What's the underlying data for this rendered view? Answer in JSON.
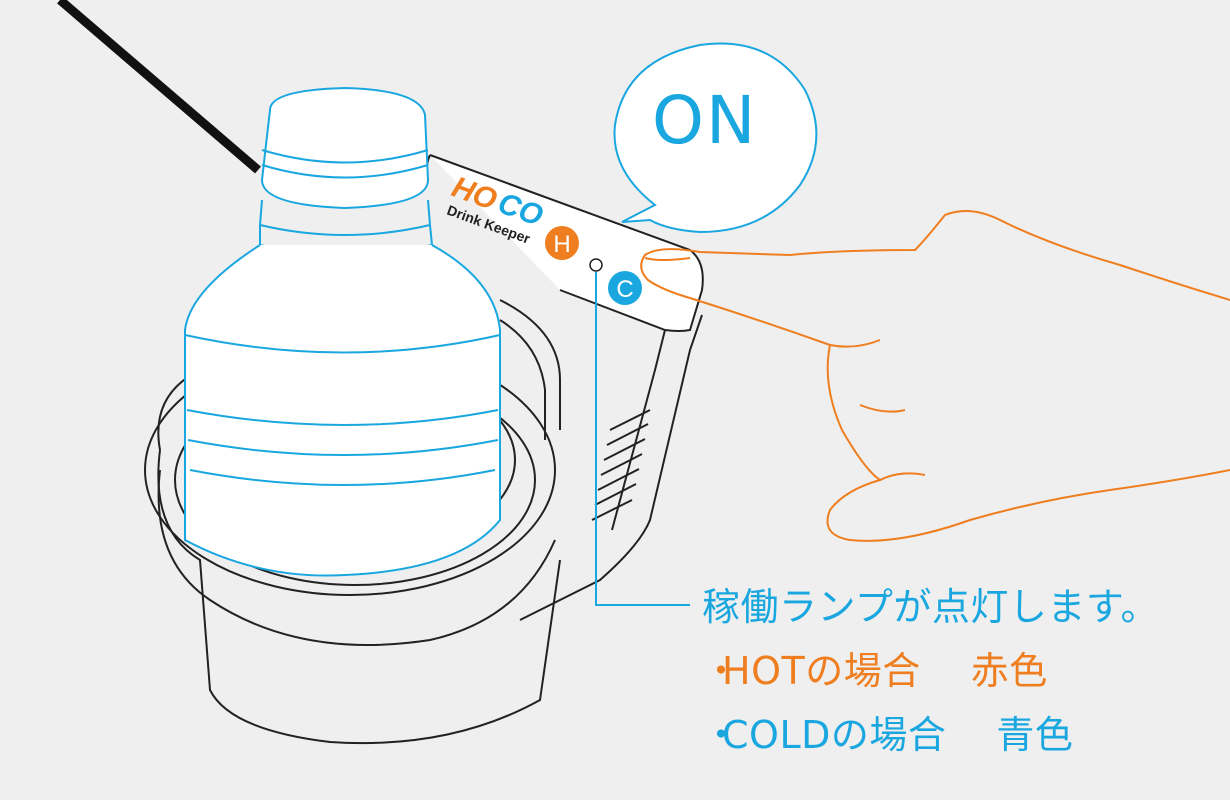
{
  "bubble": {
    "text": "ON"
  },
  "device": {
    "brand_ho": "HO",
    "brand_co": "CO",
    "tagline": "Drink Keeper",
    "hot_button": "H",
    "cold_button": "C"
  },
  "caption": {
    "main": "稼働ランプが点灯します。",
    "hot_bullet": "・",
    "hot_label": "HOTの場合",
    "hot_color": "赤色",
    "cold_bullet": "・",
    "cold_label": "COLDの場合",
    "cold_color": "青色"
  },
  "colors": {
    "blue": "#1aa7e0",
    "orange": "#ee7e1f",
    "line": "#222222",
    "background": "#efefef"
  },
  "icons": [
    "speech-bubble-icon",
    "hand-illustration",
    "bottle-illustration",
    "power-cord"
  ]
}
